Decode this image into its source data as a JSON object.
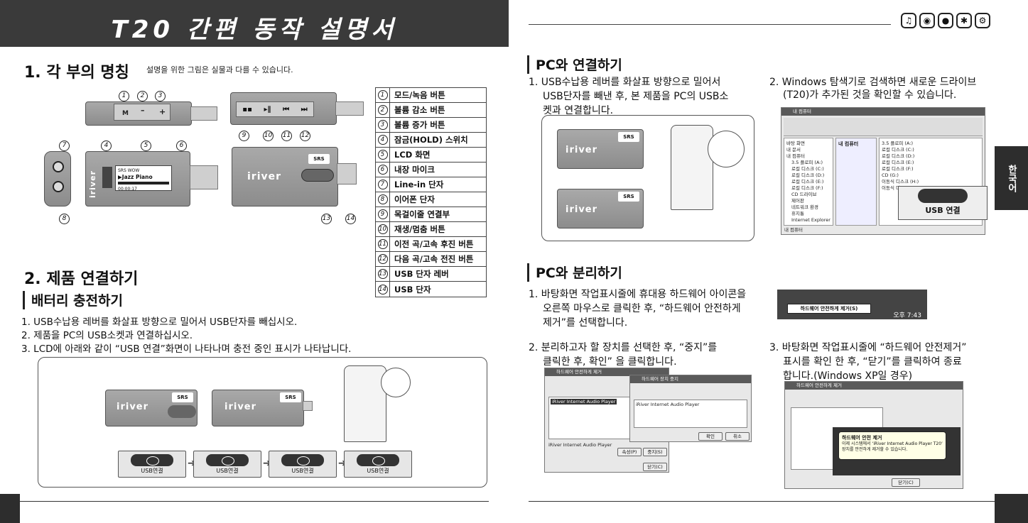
{
  "left": {
    "title": "T20 간편 동작 설명서",
    "section1": {
      "heading": "1. 각 부의 명칭",
      "note": "설명을 위한 그림은 실물과 다를 수 있습니다."
    },
    "device_screen": {
      "line1": "Jazz Piano",
      "brand": "iriver"
    },
    "legend": [
      {
        "num": "1",
        "label": "모드/녹음 버튼"
      },
      {
        "num": "2",
        "label": "볼륨 감소 버튼"
      },
      {
        "num": "3",
        "label": "볼륨 증가 버튼"
      },
      {
        "num": "4",
        "label": "잠금(HOLD) 스위치"
      },
      {
        "num": "5",
        "label": "LCD 화면"
      },
      {
        "num": "6",
        "label": "내장 마이크"
      },
      {
        "num": "7",
        "label": "Line-in 단자"
      },
      {
        "num": "8",
        "label": "이어폰 단자"
      },
      {
        "num": "9",
        "label": "목걸이줄 연결부"
      },
      {
        "num": "10",
        "label": "재생/멈춤 버튼"
      },
      {
        "num": "11",
        "label": "이전 곡/고속 후진 버튼"
      },
      {
        "num": "12",
        "label": "다음 곡/고속 전진 버튼"
      },
      {
        "num": "13",
        "label": "USB 단자 레버"
      },
      {
        "num": "14",
        "label": "USB 단자"
      }
    ],
    "section2": {
      "heading": "2. 제품 연결하기",
      "sub": "배터리 충전하기"
    },
    "steps": [
      "1.  USB수납용 레버를 화살표 방향으로 밀어서 USB단자를 빼십시오.",
      "2.  제품을 PC의 USB소켓과 연결하십시오.",
      "3.  LCD에 아래와 같이 “USB 연결”화면이 나타나며 충전 중인 표시가 나타납니다."
    ],
    "usb_labels": [
      "USB연결",
      "USB연결",
      "USB연결",
      "USB연결"
    ],
    "srs": "SRS"
  },
  "right": {
    "connect": {
      "heading": "PC와 연결하기",
      "step1": [
        "1.  USB수납용 레버를 화살표 방향으로 밀어서",
        "USB단자를 빼낸 후, 본 제품을 PC의 USB소",
        "켓과 연결합니다."
      ],
      "step2": [
        "2.  Windows 탐색기로 검색하면 새로운 드라이브",
        "(T20)가 추가된 것을 확인할 수 있습니다."
      ],
      "usb_label": "USB 연결",
      "explorer_title": "내 컴퓨터",
      "explorer_heading": "내 컴퓨터",
      "explorer_tree": [
        "바탕 화면",
        "내 문서",
        "내 컴퓨터",
        "3.5 플로피 (A:)",
        "로컬 디스크 (C:)",
        "로컬 디스크 (D:)",
        "로컬 디스크 (E:)",
        "로컬 디스크 (F:)",
        "CD 드라이브",
        "제어판",
        "네트워크 환경",
        "휴지통",
        "Internet Explorer"
      ],
      "explorer_files": [
        "3.5 플로피 (A:)",
        "로컬 디스크 (C:)",
        "로컬 디스크 (D:)",
        "로컬 디스크 (E:)",
        "로컬 디스크 (F:)",
        "CD (G:)",
        "이동식 디스크 (H:)",
        "이동식 디스크 (I:)"
      ],
      "explorer_status": "내 컴퓨터"
    },
    "disconnect": {
      "heading": "PC와 분리하기",
      "step1": [
        "1.  바탕화면 작업표시줄에 휴대용 하드웨어 아이콘을",
        "오른쪽 마우스로 클릭한 후, “하드웨어 안전하게",
        "제거”를 선택합니다."
      ],
      "step2": [
        "2.  분리하고자 할 장치를 선택한 후, “중지”를",
        "클릭한 후, 확인” 을 클릭합니다."
      ],
      "step3": [
        "3.  바탕화면 작업표시줄에 “하드웨어 안전제거”",
        "표시를 확인 한 후, “닫기”를 클릭하여 종료",
        "합니다.(Windows XP일 경우)"
      ],
      "taskbar_popup": "하드웨어 안전하게 제거(S)",
      "clock": "오후 7:43",
      "dlg_title": "하드웨어 안전하게 제거",
      "dlg_stop_title": "하드웨어 장치 중지",
      "device_item": "iRiver Internet Audio Player",
      "btn_stop": "중지(S)",
      "btn_props": "속성(P)",
      "btn_close": "닫기(C)",
      "btn_ok": "확인",
      "btn_cancel": "취소",
      "balloon_title": "하드웨어 안전 제거",
      "balloon_text": "이제 시스템에서 ‘iRiver Internet Audio Player T20’ 장치를 안전하게 제거할 수 있습니다."
    },
    "side_tab": "한국어"
  }
}
